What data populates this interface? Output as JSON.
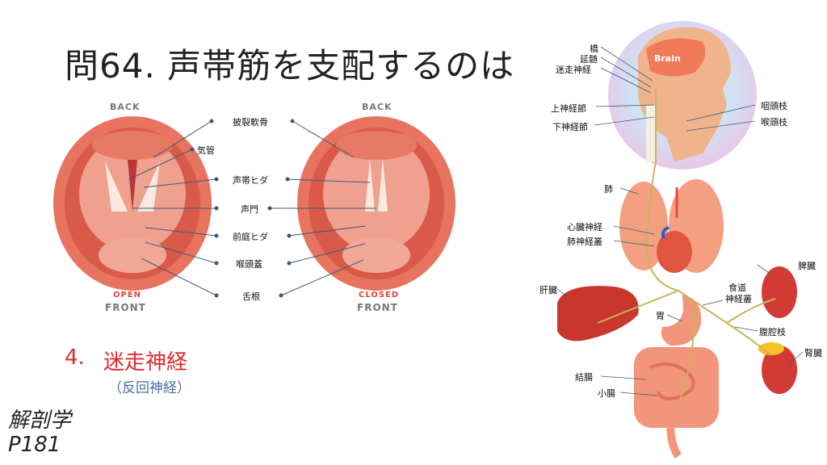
{
  "question": "問64. 声帯筋を支配するのは",
  "answer": {
    "number": "4.",
    "text": "迷走神経",
    "sub": "（反回神経）"
  },
  "reference": {
    "line1": "解剖学",
    "line2": "P181"
  },
  "larynx": {
    "left": {
      "top": "BACK",
      "state": "OPEN",
      "bottom": "FRONT"
    },
    "right": {
      "top": "BACK",
      "state": "CLOSED",
      "bottom": "FRONT"
    },
    "labels": [
      "披裂軟骨",
      "気管",
      "声帯ヒダ",
      "声門",
      "前庭ヒダ",
      "喉頭蓋",
      "舌根"
    ]
  },
  "nerve_diagram": {
    "head_label": "Brain",
    "labels": [
      "橋",
      "延髄",
      "迷走神経",
      "上神経節",
      "下神経節",
      "咽頭枝",
      "喉頭枝",
      "肺",
      "心臓神経",
      "肺神経叢",
      "脾臓",
      "肝臓",
      "食道",
      "神経叢",
      "胃",
      "腹腔枝",
      "腎臓",
      "結腸",
      "小腸"
    ]
  },
  "colors": {
    "accent_red": "#e02a2a",
    "sub_blue": "#4a6fa5",
    "tissue": "#e8735e",
    "nerve": "#c9b45a"
  }
}
